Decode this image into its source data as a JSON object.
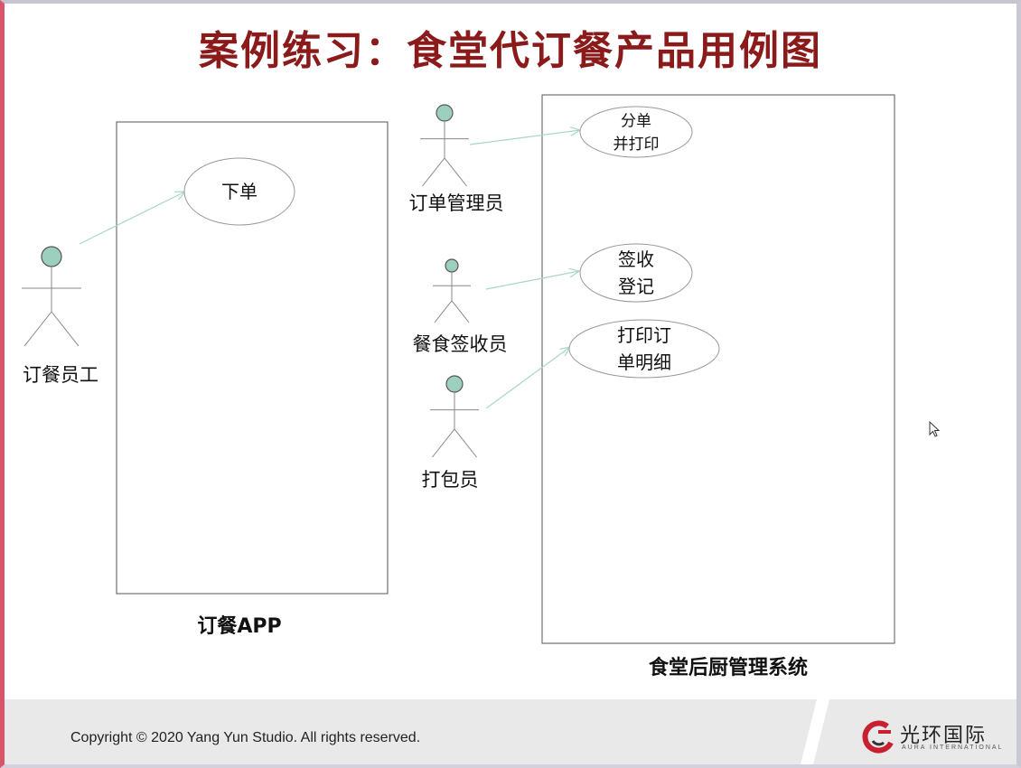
{
  "title": "案例练习：食堂代订餐产品用例图",
  "systems": {
    "app": {
      "label": "订餐APP"
    },
    "kitchen": {
      "label": "食堂后厨管理系统"
    }
  },
  "actors": [
    {
      "id": "staff",
      "label": "订餐员工"
    },
    {
      "id": "order_admin",
      "label": "订单管理员"
    },
    {
      "id": "receiver",
      "label": "餐食签收员"
    },
    {
      "id": "packer",
      "label": "打包员"
    }
  ],
  "use_cases": [
    {
      "id": "place_order",
      "lines": [
        "下单"
      ]
    },
    {
      "id": "split_print",
      "lines": [
        "分单",
        "并打印"
      ]
    },
    {
      "id": "sign_register",
      "lines": [
        "签收",
        "登记"
      ]
    },
    {
      "id": "print_detail",
      "lines": [
        "打印订",
        "单明细"
      ]
    }
  ],
  "associations": [
    {
      "from": "staff",
      "to": "place_order"
    },
    {
      "from": "order_admin",
      "to": "split_print"
    },
    {
      "from": "receiver",
      "to": "sign_register"
    },
    {
      "from": "packer",
      "to": "print_detail"
    }
  ],
  "footer": {
    "copyright": "Copyright © 2020  Yang Yun Studio. All rights reserved.",
    "logo_text": "光环国际",
    "logo_sub": "AURA INTERNATIONAL",
    "logo_icon": "aura-logo-icon"
  },
  "colors": {
    "title": "#8b1a1a",
    "actor_head": "#9ccfbe",
    "association": "#a9d6c8"
  }
}
